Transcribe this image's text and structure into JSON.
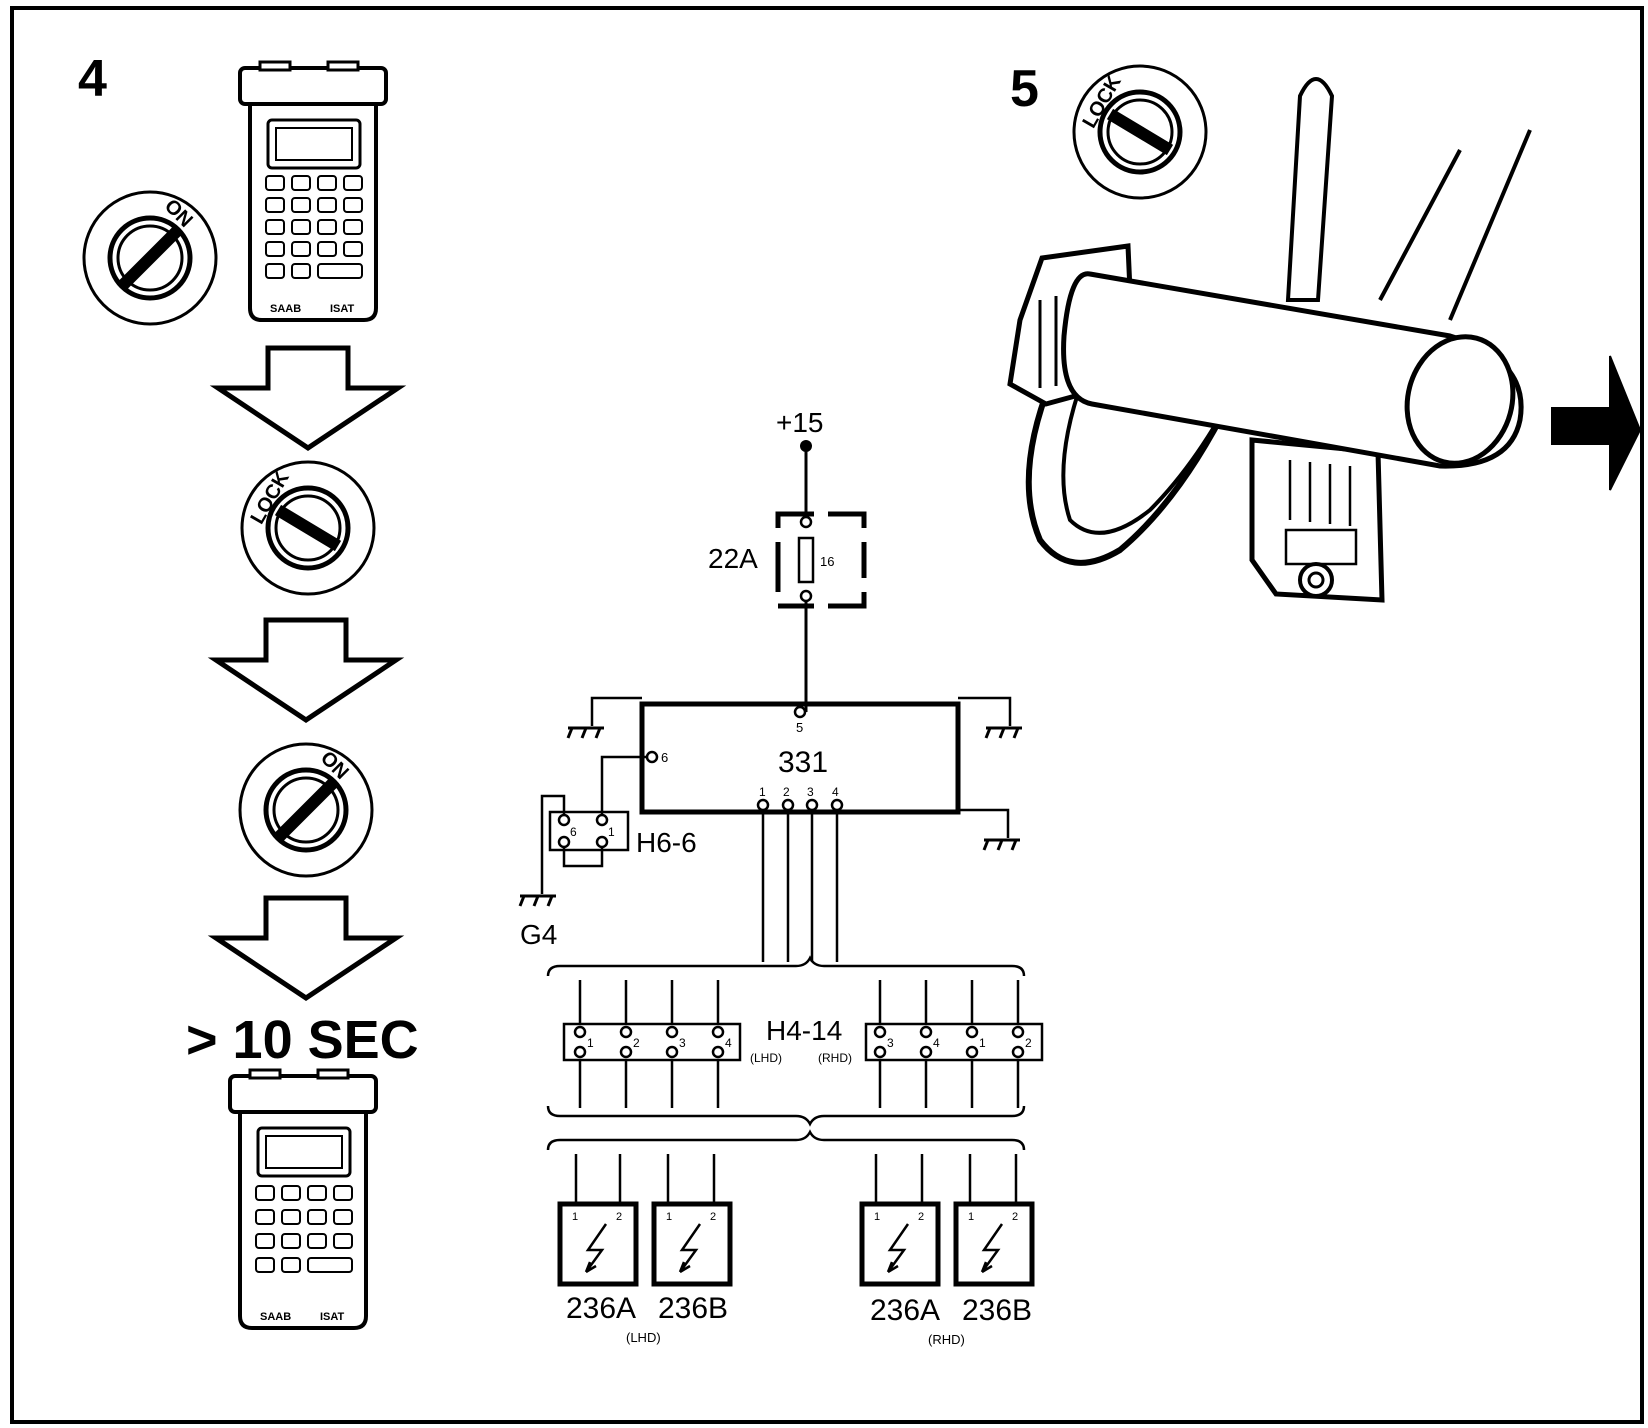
{
  "steps": {
    "step4": "4",
    "step5": "5"
  },
  "key_labels": {
    "on": "ON",
    "lock": "LOCK"
  },
  "tester": {
    "brand": "SAAB",
    "model": "ISAT"
  },
  "duration": "> 10 SEC",
  "schematic": {
    "supply": "+15",
    "fuse_box": "22A",
    "fuse_number": "16",
    "control_unit": "331",
    "cu_pin_supply": "5",
    "cu_pin_ground": "6",
    "cu_pins": [
      "1",
      "2",
      "3",
      "4"
    ],
    "connector_h66": "H6-6",
    "h66_pins": [
      "6",
      "1"
    ],
    "ground_g4": "G4",
    "connector_h414": "H4-14",
    "lhd": "(LHD)",
    "rhd": "(RHD)",
    "h414_lhd_pins": [
      "1",
      "2",
      "3",
      "4"
    ],
    "h414_rhd_pins": [
      "3",
      "4",
      "1",
      "2"
    ],
    "module_pins": [
      "1",
      "2"
    ],
    "modules": [
      "236A",
      "236B",
      "236A",
      "236B"
    ],
    "group_lhd": "(LHD)",
    "group_rhd": "(RHD)"
  }
}
